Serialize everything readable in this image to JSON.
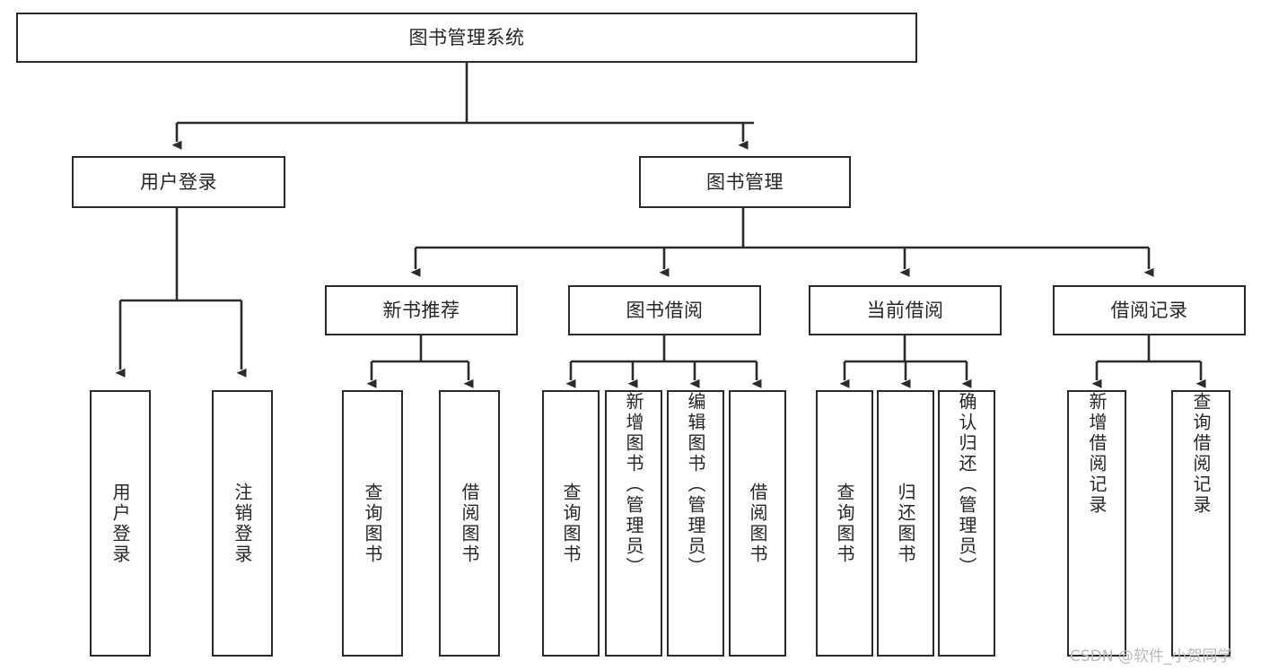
{
  "diagram": {
    "type": "tree-hierarchy",
    "title": "图书管理系统",
    "watermark": "CSDN @软件_小贺同学",
    "colors": {
      "background": "#ffffff",
      "box_border": "#2b2b2b",
      "box_fill": "#ffffff",
      "text": "#262626",
      "connector": "#2b2b2b",
      "watermark": "#b9b9b9"
    },
    "nodes": {
      "root": {
        "label": "图书管理系统",
        "level": 1
      },
      "level2": [
        {
          "id": "user_login",
          "label": "用户登录"
        },
        {
          "id": "book_manage",
          "label": "图书管理"
        }
      ],
      "level3": [
        {
          "id": "new_book_rec",
          "label": "新书推荐",
          "parent": "book_manage"
        },
        {
          "id": "book_borrow",
          "label": "图书借阅",
          "parent": "book_manage"
        },
        {
          "id": "current_borrow",
          "label": "当前借阅",
          "parent": "book_manage"
        },
        {
          "id": "borrow_record",
          "label": "借阅记录",
          "parent": "book_manage"
        }
      ],
      "leaves": [
        {
          "id": "leaf_user_login",
          "label": "用户登录",
          "parent": "user_login"
        },
        {
          "id": "leaf_logout",
          "label": "注销登录",
          "parent": "user_login"
        },
        {
          "id": "leaf_query_book_1",
          "label": "查询图书",
          "parent": "new_book_rec"
        },
        {
          "id": "leaf_borrow_book_1",
          "label": "借阅图书",
          "parent": "new_book_rec"
        },
        {
          "id": "leaf_query_book_2",
          "label": "查询图书",
          "parent": "book_borrow"
        },
        {
          "id": "leaf_add_book",
          "label": "新增图书（管理员）",
          "parent": "book_borrow"
        },
        {
          "id": "leaf_edit_book",
          "label": "编辑图书（管理员）",
          "parent": "book_borrow"
        },
        {
          "id": "leaf_borrow_book_2",
          "label": "借阅图书",
          "parent": "book_borrow"
        },
        {
          "id": "leaf_query_book_3",
          "label": "查询图书",
          "parent": "current_borrow"
        },
        {
          "id": "leaf_return_book",
          "label": "归还图书",
          "parent": "current_borrow"
        },
        {
          "id": "leaf_confirm_return",
          "label": "确认归还（管理员）",
          "parent": "current_borrow"
        },
        {
          "id": "leaf_add_record",
          "label": "新增借阅记录",
          "parent": "borrow_record"
        },
        {
          "id": "leaf_query_record",
          "label": "查询借阅记录",
          "parent": "borrow_record"
        }
      ]
    }
  }
}
